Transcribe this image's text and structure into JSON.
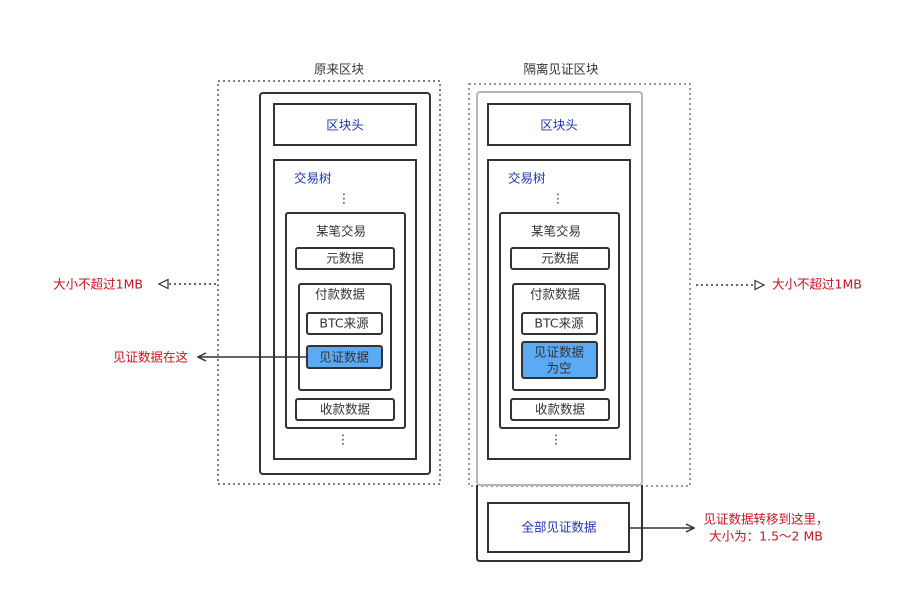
{
  "colors": {
    "label_blue": "#1f36b4",
    "text_dark": "#333333",
    "annotation_red": "#c8141e",
    "witness_fill": "#5aaaf6",
    "outline": "#333333",
    "dotted": "#555555"
  },
  "left_block": {
    "title": "原来区块",
    "header": "区块头",
    "tree_label": "交易树",
    "ellipsis_top": "⋮",
    "ellipsis_bottom": "⋮",
    "tx_label": "某笔交易",
    "metadata": "元数据",
    "payment_label": "付款数据",
    "btc_source": "BTC来源",
    "witness": "见证数据",
    "receipt": "收款数据"
  },
  "right_block": {
    "title": "隔离见证区块",
    "header": "区块头",
    "tree_label": "交易树",
    "ellipsis_top": "⋮",
    "ellipsis_bottom": "⋮",
    "tx_label": "某笔交易",
    "metadata": "元数据",
    "payment_label": "付款数据",
    "btc_source": "BTC来源",
    "witness_line1": "见证数据",
    "witness_line2": "为空",
    "receipt": "收款数据",
    "all_witness": "全部见证数据"
  },
  "annotations": {
    "left_size": "大小不超过1MB",
    "right_size": "大小不超过1MB",
    "witness_here": "见证数据在这",
    "moved_line1": "见证数据转移到这里，",
    "moved_line2": "大小为：1.5～2 MB"
  }
}
